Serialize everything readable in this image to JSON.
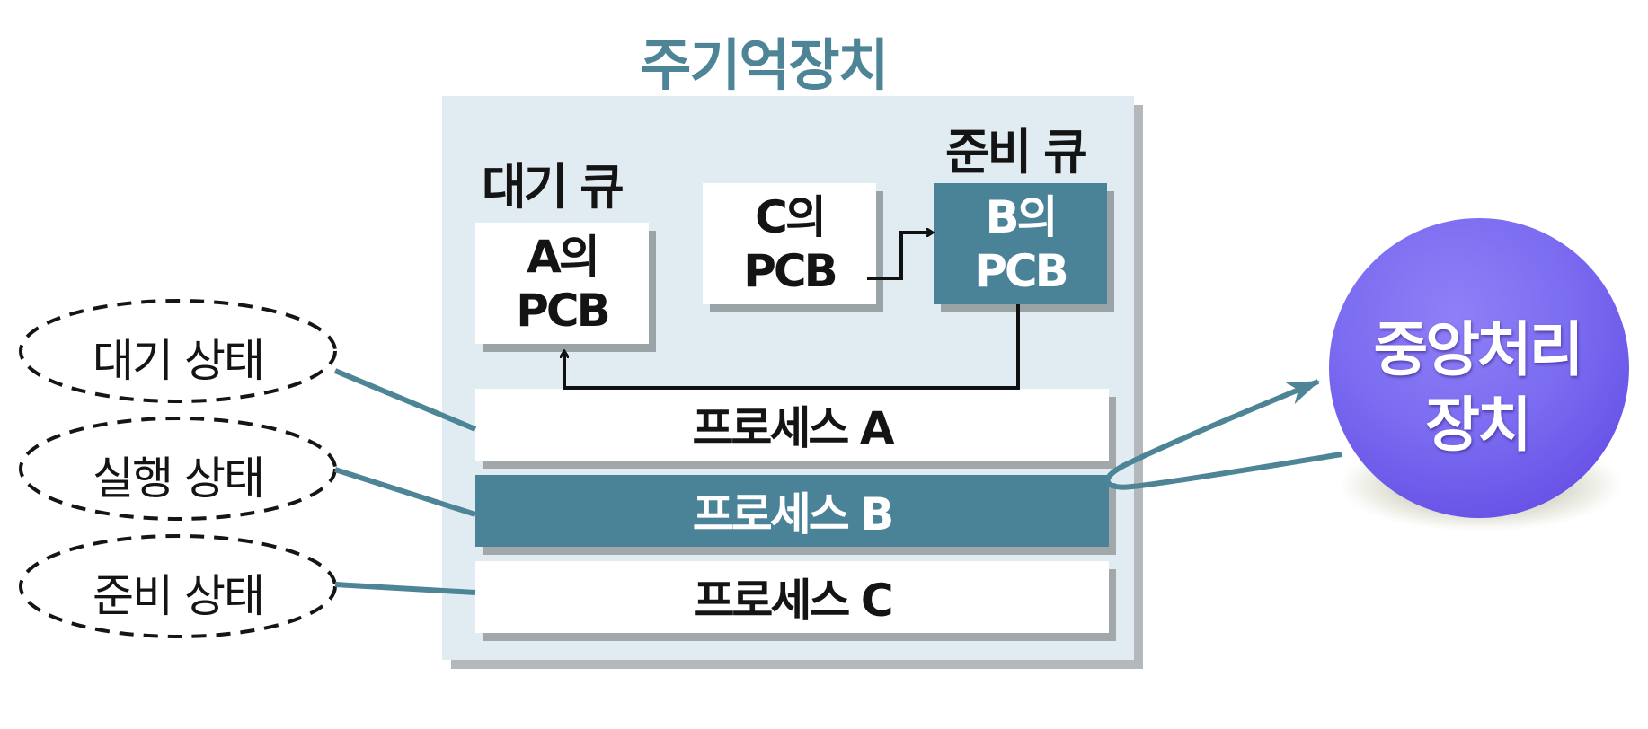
{
  "diagram": {
    "title": "주기억장치",
    "waiting_queue_label": "대기 큐",
    "ready_queue_label": "준비 큐",
    "pcb_a": {
      "line1": "A의",
      "line2": "PCB"
    },
    "pcb_c": {
      "line1": "C의",
      "line2": "PCB"
    },
    "pcb_b": {
      "line1": "B의",
      "line2": "PCB"
    },
    "processes": [
      "프로세스 A",
      "프로세스 B",
      "프로세스 C"
    ],
    "states": [
      "대기 상태",
      "실행 상태",
      "준비 상태"
    ],
    "cpu": {
      "line1": "중앙처리",
      "line2": "장치"
    },
    "colors": {
      "title": "#4d8597",
      "memory_panel": "#e1ecf2",
      "accent_box": "#4a8298",
      "connector": "#4d8597",
      "cpu_top": "#7163f2",
      "cpu_bottom": "#8c76f0"
    }
  }
}
